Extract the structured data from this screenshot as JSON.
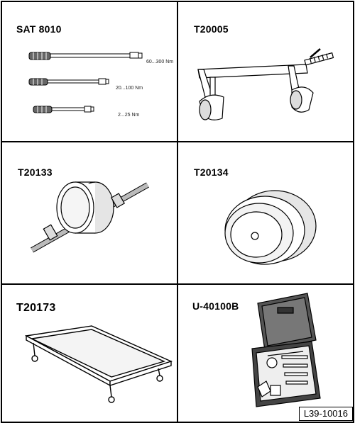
{
  "tools": [
    {
      "id": "SAT 8010",
      "torque_ranges": [
        "60...300 Nm",
        "20...100 Nm",
        "2...25 Nm"
      ]
    },
    {
      "id": "T20005"
    },
    {
      "id": "T20133"
    },
    {
      "id": "T20134"
    },
    {
      "id": "T20173"
    },
    {
      "id": "U-40100B"
    }
  ],
  "reference_code": "L39-10016"
}
